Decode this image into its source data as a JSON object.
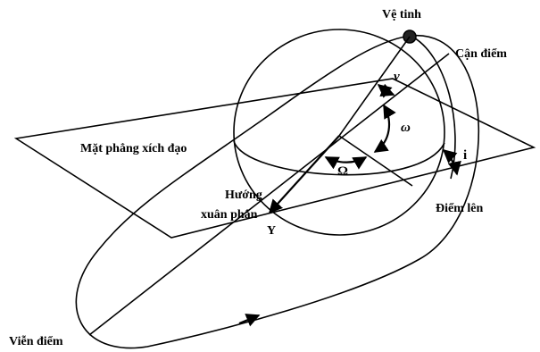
{
  "labels": {
    "satellite": "Vệ tinh",
    "perigee": "Cận điểm",
    "equatorial_plane": "Mặt phẳng xích đạo",
    "vernal_equinox_line1": "Hướng",
    "vernal_equinox_line2": "xuân phân",
    "vernal_symbol": "Y",
    "ascending_node": "Điểm lên",
    "apogee": "Viễn điểm"
  },
  "angles": {
    "true_anomaly": "ν",
    "argument_of_perigee": "ω",
    "ascending_node_longitude": "Ω",
    "inclination": "i"
  }
}
